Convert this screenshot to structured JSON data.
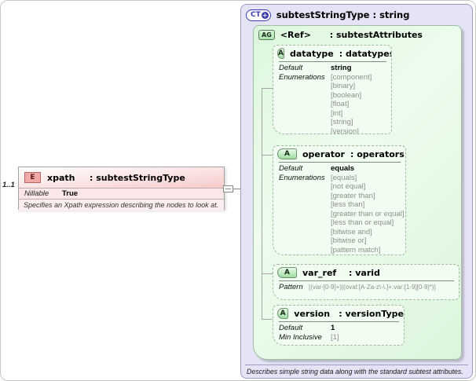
{
  "element": {
    "badge": "E",
    "name": "xpath",
    "type": ": subtestStringType",
    "cardinality": "1..1",
    "nillable_label": "Nillable",
    "nillable_value": "True",
    "description": "Specifies an Xpath expression describing the nodes to look at."
  },
  "ct": {
    "badge": "CT",
    "plus": "+",
    "title": "subtestStringType : string",
    "description": "Describes simple string data along with the standard subtest attributes.",
    "attribute_group": {
      "badge": "AG",
      "name": "<Ref>",
      "type": ": subtestAttributes"
    },
    "attributes": [
      {
        "badge": "A",
        "name": "datatype",
        "type": ": datatypes",
        "default_label": "Default",
        "default": "string",
        "enum_label": "Enumerations",
        "enumerations": [
          "[component]",
          "[binary]",
          "[boolean]",
          "[float]",
          "[int]",
          "[string]",
          "[version]"
        ]
      },
      {
        "badge": "A",
        "name": "operator",
        "type": ": operators",
        "default_label": "Default",
        "default": "equals",
        "enum_label": "Enumerations",
        "enumerations": [
          "[equals]",
          "[not equal]",
          "[greater than]",
          "[less than]",
          "[greater than or equal]",
          "[less than or equal]",
          "[bitwise and]",
          "[bitwise or]",
          "[pattern match]"
        ]
      },
      {
        "badge": "A",
        "name": "var_ref",
        "type": ": varid",
        "pattern_label": "Pattern",
        "pattern": "[(var-[0-9]+)|(oval:[A-Za-z\\-\\.]+:var:[1-9][0-9]*)]"
      },
      {
        "badge": "A",
        "name": "version",
        "type": ": versionType",
        "default_label": "Default",
        "default": "1",
        "min_inclusive_label": "Min Inclusive",
        "min_inclusive": "[1]"
      }
    ]
  }
}
